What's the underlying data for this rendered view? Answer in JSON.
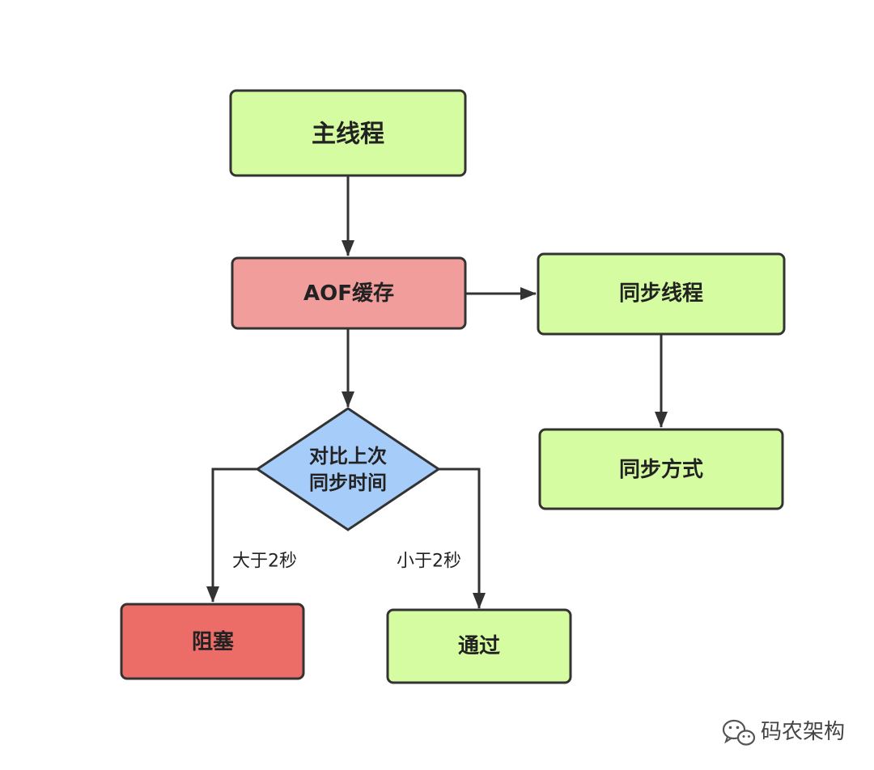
{
  "nodes": {
    "main_thread": "主线程",
    "aof_cache": "AOF缓存",
    "sync_thread": "同步线程",
    "sync_method": "同步方式",
    "compare_line1": "对比上次",
    "compare_line2": "同步时间",
    "block": "阻塞",
    "pass": "通过"
  },
  "edges": {
    "greater_label": "大于2秒",
    "less_label": "小于2秒"
  },
  "watermark": {
    "text": "码农架构"
  },
  "colors": {
    "green_fill": "#d5fca0",
    "pink_fill": "#f19d9c",
    "blue_fill": "#a6cdfa",
    "red_fill": "#ec6d67",
    "stroke": "#333333"
  }
}
